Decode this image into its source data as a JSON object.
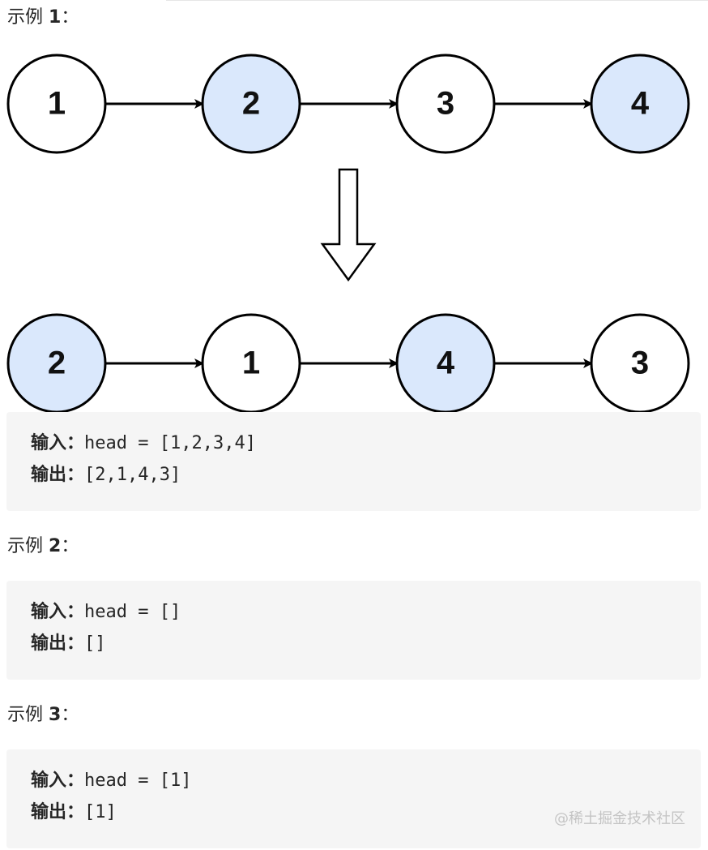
{
  "examples": [
    {
      "heading_prefix": "示例 ",
      "heading_number": "1",
      "heading_suffix": "：",
      "input_label": "输入：",
      "input_value": "head = [1,2,3,4]",
      "output_label": "输出：",
      "output_value": "[2,1,4,3]"
    },
    {
      "heading_prefix": "示例 ",
      "heading_number": "2",
      "heading_suffix": "：",
      "input_label": "输入：",
      "input_value": "head = []",
      "output_label": "输出：",
      "output_value": "[]"
    },
    {
      "heading_prefix": "示例 ",
      "heading_number": "3",
      "heading_suffix": "：",
      "input_label": "输入：",
      "input_value": "head = [1]",
      "output_label": "输出：",
      "output_value": "[1]"
    }
  ],
  "diagram": {
    "before": [
      {
        "label": "1",
        "highlighted": false
      },
      {
        "label": "2",
        "highlighted": true
      },
      {
        "label": "3",
        "highlighted": false
      },
      {
        "label": "4",
        "highlighted": true
      }
    ],
    "after": [
      {
        "label": "2",
        "highlighted": true
      },
      {
        "label": "1",
        "highlighted": false
      },
      {
        "label": "4",
        "highlighted": true
      },
      {
        "label": "3",
        "highlighted": false
      }
    ],
    "colors": {
      "highlight_fill": "#dae8fc",
      "plain_fill": "#ffffff",
      "stroke": "#000000"
    }
  },
  "watermark": "@稀土掘金技术社区"
}
